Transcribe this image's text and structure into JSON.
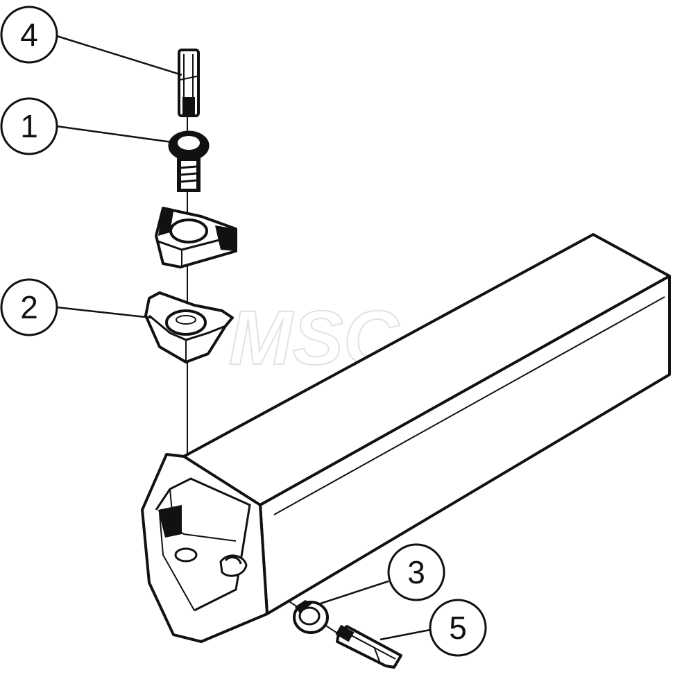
{
  "watermark": "MSC",
  "callouts": [
    {
      "id": "callout-4",
      "label": "4"
    },
    {
      "id": "callout-1",
      "label": "1"
    },
    {
      "id": "callout-2",
      "label": "2"
    },
    {
      "id": "callout-3",
      "label": "3"
    },
    {
      "id": "callout-5",
      "label": "5"
    }
  ],
  "colors": {
    "line": "#111111",
    "background": "#ffffff",
    "dark_fill": "#1a1a1a",
    "watermark": "#e2e2e2"
  }
}
